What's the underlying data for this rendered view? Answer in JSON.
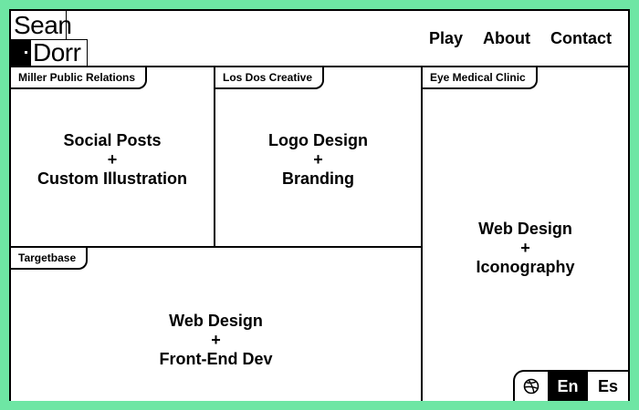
{
  "logo": {
    "line1": "Sean",
    "line2": "Dorr"
  },
  "nav": [
    "Play",
    "About",
    "Contact"
  ],
  "projects": [
    {
      "client": "Miller Public Relations",
      "line1": "Social Posts",
      "plus": "+",
      "line2": "Custom Illustration"
    },
    {
      "client": "Los Dos Creative",
      "line1": "Logo Design",
      "plus": "+",
      "line2": "Branding"
    },
    {
      "client": "Eye Medical Clinic",
      "line1": "Web Design",
      "plus": "+",
      "line2": "Iconography"
    },
    {
      "client": "Targetbase",
      "line1": "Web Design",
      "plus": "+",
      "line2": "Front-End Dev"
    }
  ],
  "language": {
    "icon": "dribbble-icon",
    "options": [
      "En",
      "Es"
    ],
    "selected": "En"
  },
  "colors": {
    "background": "#6ee6a4",
    "ink": "#000000",
    "paper": "#ffffff"
  }
}
